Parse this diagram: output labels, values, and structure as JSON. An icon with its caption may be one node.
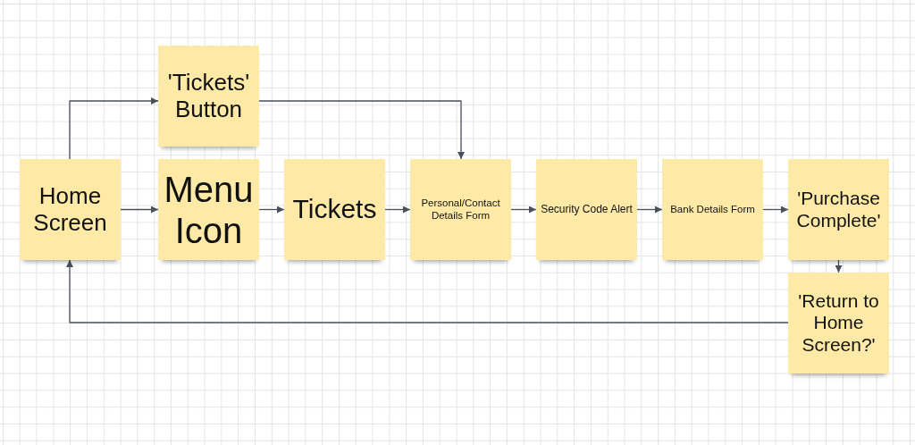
{
  "diagram": {
    "nodes": [
      {
        "text": [
          "Home Screen"
        ]
      },
      {
        "text": [
          "'Tickets' Button"
        ]
      },
      {
        "text": [
          "Menu Icon"
        ]
      },
      {
        "text": [
          "Tickets"
        ]
      },
      {
        "text": [
          "Personal/Contact Details Form"
        ]
      },
      {
        "text": [
          "Security Code Alert"
        ]
      },
      {
        "text": [
          "Bank Details Form"
        ]
      },
      {
        "text": [
          "'Purchase Complete'"
        ]
      },
      {
        "text": [
          "'Return to Home Screen?'"
        ]
      }
    ],
    "edges": [
      {
        "from": 0,
        "to": 1,
        "arrow": "to"
      },
      {
        "from": 0,
        "to": 2,
        "arrow": "to"
      },
      {
        "from": 2,
        "to": 3,
        "arrow": "to"
      },
      {
        "from": 3,
        "to": 4,
        "arrow": "to"
      },
      {
        "from": 1,
        "to": 4,
        "arrow": "to"
      },
      {
        "from": 4,
        "to": 5,
        "arrow": "to"
      },
      {
        "from": 5,
        "to": 6,
        "arrow": "to"
      },
      {
        "from": 6,
        "to": 7,
        "arrow": "to"
      },
      {
        "from": 7,
        "to": 8,
        "arrow": "to"
      },
      {
        "from": 8,
        "to": 0,
        "arrow": "to"
      }
    ]
  }
}
